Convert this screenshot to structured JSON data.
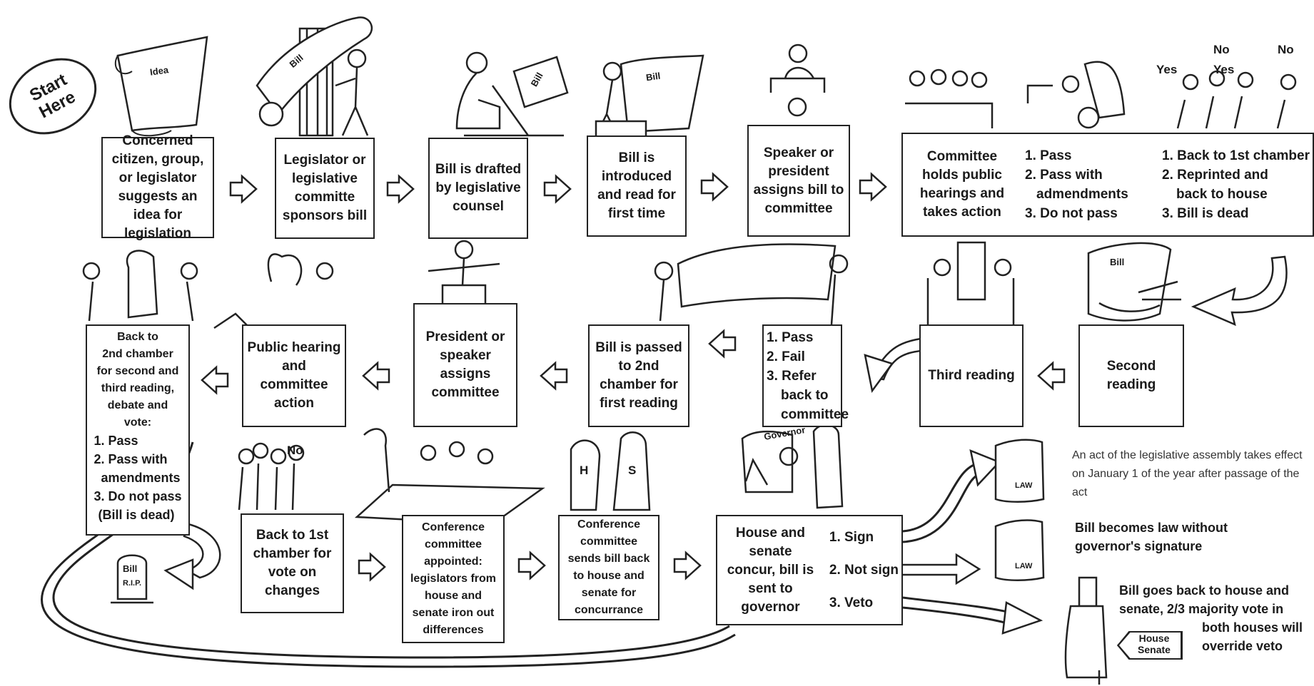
{
  "start": {
    "line1": "Start",
    "line2": "Here"
  },
  "row1": [
    {
      "text": "Concerned citizen, group, or legislator suggests an idea for legislation"
    },
    {
      "text": "Legislator or legislative committe sponsors bill"
    },
    {
      "text": "Bill is drafted by legislative counsel"
    },
    {
      "text": "Bill is introduced and read for first time"
    },
    {
      "text": "Speaker or president assigns bill to committee"
    },
    {
      "text": "Committee holds public hearings and takes action"
    }
  ],
  "committee_actions": [
    "1. Pass",
    "2. Pass with",
    "admendments",
    "3. Do not pass"
  ],
  "committee_results": [
    "1. Back to 1st chamber",
    "2. Reprinted and",
    "back to house",
    "3. Bill is dead"
  ],
  "vote_labels": {
    "yes1": "Yes",
    "yes2": "Yes",
    "no1": "No",
    "no2": "No"
  },
  "art_labels": {
    "idea": "Idea",
    "bill": "Bill",
    "rip_bill": "Bill",
    "rip": "R.I.P.",
    "h": "H",
    "s": "S",
    "law": "LAW",
    "governor": "Governor",
    "crowd_no": "No"
  },
  "row2": {
    "second_reading": "Second reading",
    "third_reading": "Third reading",
    "third_options": [
      "1. Pass",
      "2. Fail",
      "3. Refer",
      "back to",
      "committee"
    ],
    "passed_2nd": "Bill is passed to 2nd chamber for first reading",
    "assigns": "President or speaker assigns committee",
    "public_hearing": "Public hearing and committee action",
    "back_2nd": [
      "Back to",
      "2nd chamber",
      "for second and",
      "third reading,",
      "debate and",
      "vote:"
    ],
    "back_2nd_options": [
      "1. Pass",
      "2. Pass with",
      "amendments",
      "3. Do not pass",
      "(Bill is dead)"
    ]
  },
  "row3": {
    "back_1st": "Back to 1st chamber for vote on changes",
    "conference_appointed": "Conference committee appointed: legislators from house and senate iron out differences",
    "conference_sends": "Conference committee sends bill back to house and senate for concurrance",
    "concur": "House and senate concur, bill is sent to governor",
    "gov_options": [
      "1. Sign",
      "2. Not sign",
      "3. Veto"
    ]
  },
  "outcomes": {
    "sign": "An act of the legislative assembly takes effect on January 1 of the year after passage of the act",
    "not_sign": "Bill becomes law without governor's signature",
    "veto": [
      "Bill goes back to house and",
      "senate, 2/3 majority vote in",
      "both houses will",
      "override veto"
    ],
    "sign_house": "House",
    "sign_senate": "Senate"
  },
  "colors": {
    "ink": "#222222",
    "paper": "#ffffff",
    "note": "#333333"
  }
}
